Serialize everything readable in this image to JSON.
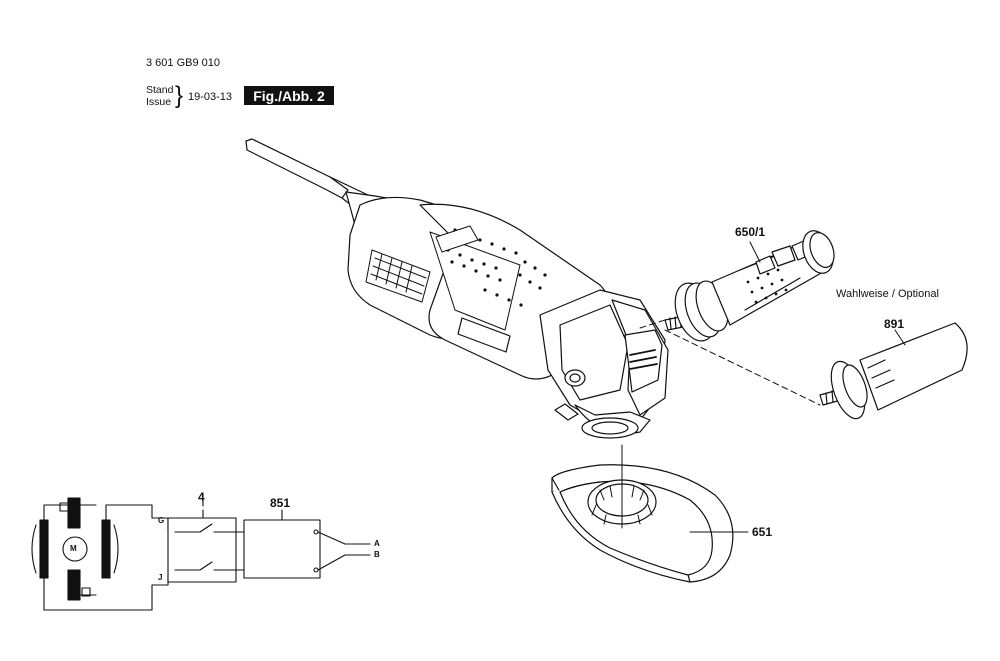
{
  "header": {
    "part_number": "3 601 GB9 010",
    "stand_label": "Stand",
    "issue_label": "Issue",
    "date": "19-03-13",
    "figure_label": "Fig./Abb. 2"
  },
  "optional_note": "Wahlweise / Optional",
  "callouts": {
    "handle": "650/1",
    "alt_handle": "891",
    "guard": "651",
    "switch": "4",
    "module": "851"
  },
  "circuit": {
    "motor_label": "M",
    "terminal_g": "G",
    "terminal_j": "J",
    "terminal_a": "A",
    "terminal_b": "B"
  }
}
